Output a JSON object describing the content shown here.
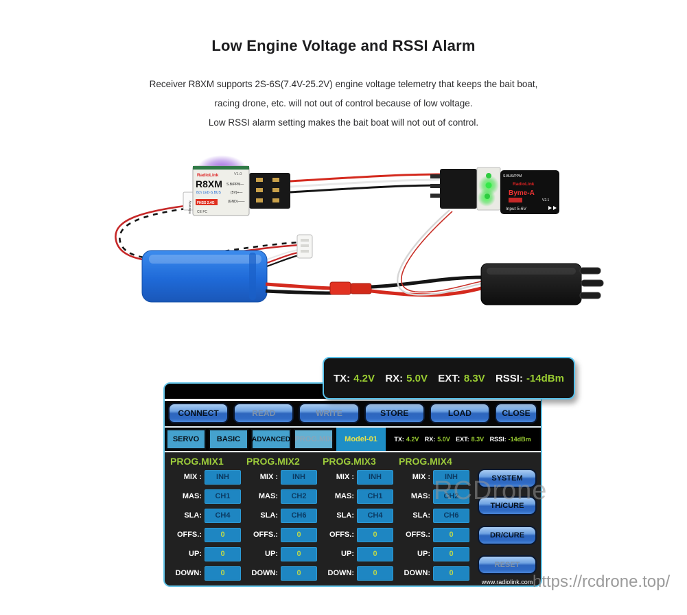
{
  "title": "Low Engine Voltage and RSSI Alarm",
  "description": {
    "line1": "Receiver R8XM supports 2S-6S(7.4V-25.2V) engine voltage telemetry that keeps the bait boat,",
    "line2": "racing drone, etc. will not out of control because of low voltage.",
    "line3": "Low RSSI alarm setting makes the bait boat will not out of control."
  },
  "hardware": {
    "receiver": {
      "brand": "RadioLink",
      "model": "R8XM",
      "version": "V1.0",
      "sub": "8ch LED-S.BUS",
      "band": "FHSS 2.4G",
      "pin1": "S.B/PPM—",
      "pin2": "(5V)+—",
      "pin3": "(GND)——",
      "cert": "CE FC",
      "side": "Telemetry"
    },
    "module": {
      "top": "S.BUS/PPM",
      "brand": "RadioLink",
      "model": "Byme-A",
      "version": "V2.1",
      "input": "Input 5-6V"
    }
  },
  "telemetry": {
    "items": [
      {
        "label": "TX:",
        "value": "4.2V"
      },
      {
        "label": "RX:",
        "value": "5.0V"
      },
      {
        "label": "EXT:",
        "value": "8.3V"
      },
      {
        "label": "RSSI:",
        "value": "-14dBm"
      }
    ]
  },
  "app": {
    "toolbar": {
      "buttons": [
        {
          "label": "CONNECT",
          "enabled": true
        },
        {
          "label": "READ",
          "enabled": false
        },
        {
          "label": "WRITE",
          "enabled": false
        },
        {
          "label": "STORE",
          "enabled": true
        },
        {
          "label": "LOAD",
          "enabled": true
        },
        {
          "label": "CLOSE",
          "enabled": true
        }
      ]
    },
    "tabs": [
      {
        "label": "SERVO"
      },
      {
        "label": "BASIC"
      },
      {
        "label": "ADVANCED"
      },
      {
        "label": "PROG.MIX",
        "selected": true
      }
    ],
    "model_label": "Model-01",
    "status": [
      {
        "label": "TX:",
        "value": "4.2V"
      },
      {
        "label": "RX:",
        "value": "5.0V"
      },
      {
        "label": "EXT:",
        "value": "8.3V"
      },
      {
        "label": "RSSI:",
        "value": "-14dBm"
      }
    ],
    "mix_panels": [
      {
        "title": "PROG.MIX1",
        "rows": [
          {
            "label": "MIX :",
            "value": "INH"
          },
          {
            "label": "MAS:",
            "value": "CH1"
          },
          {
            "label": "SLA:",
            "value": "CH4"
          },
          {
            "label": "OFFS.:",
            "value": "0"
          },
          {
            "label": "UP:",
            "value": "0"
          },
          {
            "label": "DOWN:",
            "value": "0"
          }
        ]
      },
      {
        "title": "PROG.MIX2",
        "rows": [
          {
            "label": "MIX :",
            "value": "INH"
          },
          {
            "label": "MAS:",
            "value": "CH2"
          },
          {
            "label": "SLA:",
            "value": "CH6"
          },
          {
            "label": "OFFS.:",
            "value": "0"
          },
          {
            "label": "UP:",
            "value": "0"
          },
          {
            "label": "DOWN:",
            "value": "0"
          }
        ]
      },
      {
        "title": "PROG.MIX3",
        "rows": [
          {
            "label": "MIX :",
            "value": "INH"
          },
          {
            "label": "MAS:",
            "value": "CH1"
          },
          {
            "label": "SLA:",
            "value": "CH4"
          },
          {
            "label": "OFFS.:",
            "value": "0"
          },
          {
            "label": "UP:",
            "value": "0"
          },
          {
            "label": "DOWN:",
            "value": "0"
          }
        ]
      },
      {
        "title": "PROG.MIX4",
        "rows": [
          {
            "label": "MIX :",
            "value": "INH"
          },
          {
            "label": "MAS:",
            "value": "CH2"
          },
          {
            "label": "SLA:",
            "value": "CH6"
          },
          {
            "label": "OFFS.:",
            "value": "0"
          },
          {
            "label": "UP:",
            "value": "0"
          },
          {
            "label": "DOWN:",
            "value": "0"
          }
        ]
      }
    ],
    "side_buttons": [
      {
        "label": "SYSTEM",
        "enabled": true
      },
      {
        "label": "TH/CURE",
        "enabled": true
      },
      {
        "label": "DR/CURE",
        "enabled": true
      },
      {
        "label": "RESET",
        "enabled": false
      }
    ],
    "footer": "www.radiolink.com"
  },
  "watermarks": {
    "center": "RCDrone",
    "url": "https://rcdrone.top/"
  },
  "colors": {
    "panel_border": "#5cc3ec",
    "value_box": "#1e86c2",
    "telemetry_green": "#9acd32",
    "mix_header_green": "#9ccb3b",
    "model_yellow": "#e8e24a",
    "button_blue": "#2e66be"
  }
}
